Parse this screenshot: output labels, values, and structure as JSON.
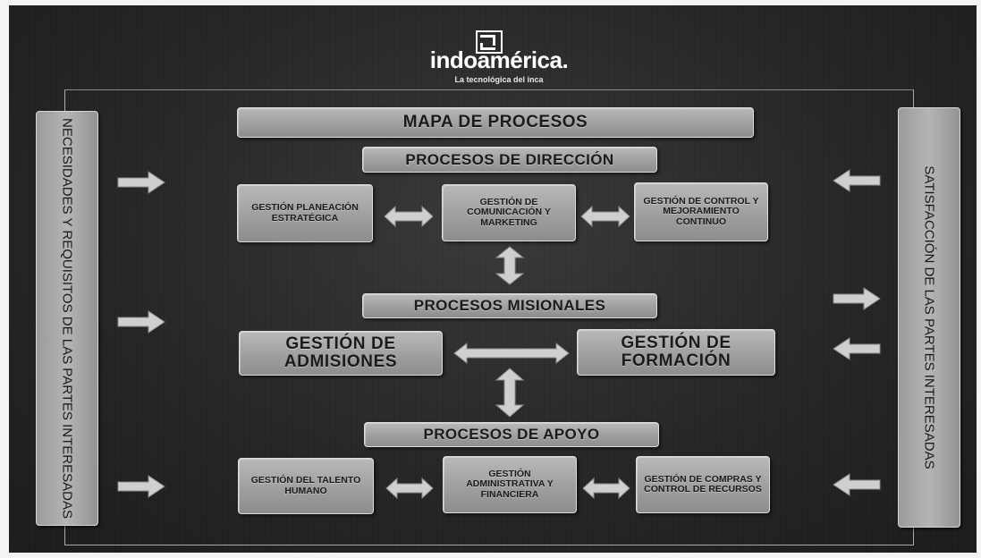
{
  "logo": {
    "brand": "indoamérica.",
    "tagline": "La tecnológica del inca"
  },
  "diagram": {
    "title": "MAPA DE PROCESOS",
    "left_side": "NECESIDADES Y REQUISITOS DE LAS PARTES INTERESADAS",
    "right_side": "SATISFACCIÓN DE LAS PARTES INTERESADAS",
    "direccion": {
      "label": "PROCESOS DE DIRECCIÓN",
      "boxes": [
        "GESTIÓN PLANEACIÓN ESTRATÉGICA",
        "GESTIÓN DE COMUNICACIÓN Y MARKETING",
        "GESTIÓN DE CONTROL Y MEJORAMIENTO CONTINUO"
      ]
    },
    "misionales": {
      "label": "PROCESOS MISIONALES",
      "boxes": [
        "GESTIÓN DE ADMISIONES",
        "GESTIÓN DE FORMACIÓN"
      ]
    },
    "apoyo": {
      "label": "PROCESOS DE APOYO",
      "boxes": [
        "GESTIÓN DEL TALENTO HUMANO",
        "GESTIÓN ADMINISTRATIVA Y FINANCIERA",
        "GESTIÓN DE COMPRAS Y CONTROL DE RECURSOS"
      ]
    }
  },
  "colors": {
    "background": "#262626",
    "box_fill": "#a8a8a8",
    "text": "#1b1b1b",
    "arrow": "#c9c9c9"
  }
}
